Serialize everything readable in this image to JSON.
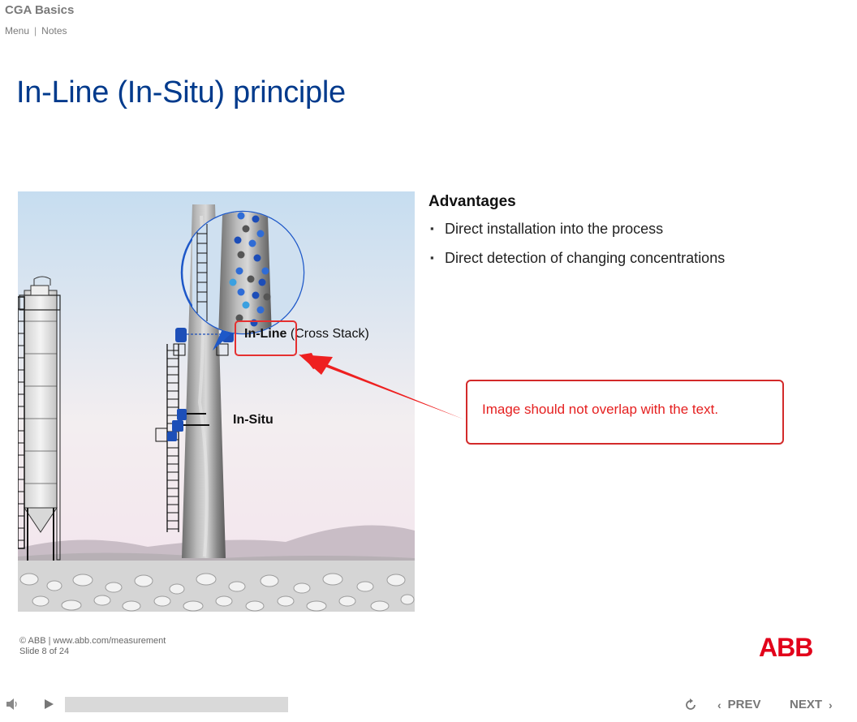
{
  "course": {
    "title": "CGA Basics",
    "nav": {
      "menu": "Menu",
      "separator": "|",
      "notes": "Notes"
    }
  },
  "slide": {
    "title": "In-Line (In-Situ) principle",
    "advantages": {
      "heading": "Advantages",
      "bullet_glyph": "▪",
      "items": [
        "Direct installation into the process",
        "Direct detection of changing concentrations"
      ]
    },
    "labels": {
      "inline_bold": "In-Line",
      "inline_rest": " (Cross Stack)",
      "insitu": "In-Situ"
    },
    "review_comment": "Image should not overlap with the text.",
    "footer": {
      "copyright": "© ABB | www.abb.com/measurement",
      "slide_counter": "Slide 8 of 24"
    },
    "logo_text": "ABB"
  },
  "player": {
    "progress_fraction": 0.0,
    "replay_icon": "replay-icon",
    "prev_label": "PREV",
    "next_label": "NEXT",
    "prev_chevron": "‹",
    "next_chevron": "›"
  },
  "colors": {
    "title_blue": "#003a8c",
    "callout_red": "#e52020",
    "abb_red": "#e2001a",
    "sky_top": "#c9dff0",
    "sky_bottom": "#f4e7ee"
  }
}
